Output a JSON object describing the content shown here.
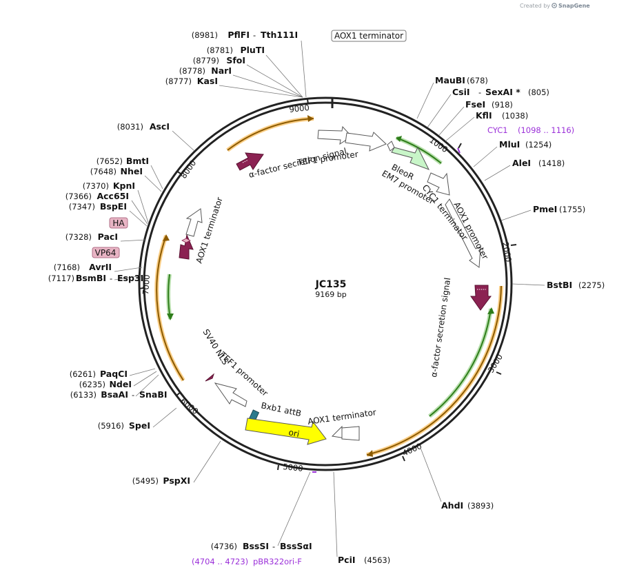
{
  "credit": {
    "created_by": "Created by",
    "brand": "SnapGene"
  },
  "plasmid": {
    "name": "JC135",
    "length_label": "9169 bp",
    "length": 9169
  },
  "ticks": [
    "1000",
    "2000",
    "3000",
    "4000",
    "5000",
    "6000",
    "7000",
    "8000",
    "9000"
  ],
  "sites": [
    {
      "name": "PflFI",
      "name2": "Tth111I",
      "pos": "(8981)"
    },
    {
      "name": "PluTI",
      "pos": "(8781)"
    },
    {
      "name": "SfoI",
      "pos": "(8779)"
    },
    {
      "name": "NarI",
      "pos": "(8778)"
    },
    {
      "name": "KasI",
      "pos": "(8777)"
    },
    {
      "name": "AscI",
      "pos": "(8031)"
    },
    {
      "name": "BmtI",
      "pos": "(7652)"
    },
    {
      "name": "NheI",
      "pos": "(7648)"
    },
    {
      "name": "KpnI",
      "pos": "(7370)"
    },
    {
      "name": "Acc65I",
      "pos": "(7366)"
    },
    {
      "name": "BspEI",
      "pos": "(7347)"
    },
    {
      "name": "PacI",
      "pos": "(7328)"
    },
    {
      "name": "AvrII",
      "pos": "(7168)"
    },
    {
      "name": "BsmBI",
      "name2": "Esp3I",
      "pos": "(7117)"
    },
    {
      "name": "PaqCI",
      "pos": "(6261)"
    },
    {
      "name": "NdeI",
      "pos": "(6235)"
    },
    {
      "name": "BsaAI",
      "name2": "SnaBI",
      "pos": "(6133)"
    },
    {
      "name": "SpeI",
      "pos": "(5916)"
    },
    {
      "name": "PspXI",
      "pos": "(5495)"
    },
    {
      "name": "BssSI",
      "name2": "BssSαI",
      "pos": "(4736)"
    },
    {
      "name": "PciI",
      "pos": "(4563)"
    },
    {
      "name": "AhdI",
      "pos": "(3893)"
    },
    {
      "name": "BstBI",
      "pos": "(2275)"
    },
    {
      "name": "PmeI",
      "pos": "(1755)"
    },
    {
      "name": "AleI",
      "pos": "(1418)"
    },
    {
      "name": "MluI",
      "pos": "(1254)"
    },
    {
      "name": "KflI",
      "pos": "(1038)"
    },
    {
      "name": "FseI",
      "pos": "(918)"
    },
    {
      "name": "CsiI",
      "name2": "SexAI *",
      "pos": "(805)"
    },
    {
      "name": "MauBI",
      "pos": "(678)"
    }
  ],
  "tags": [
    "HA",
    "VP64"
  ],
  "boxed_label": "AOX1 terminator",
  "primers": [
    {
      "name": "CYC1",
      "range": "(1098 .. 1116)"
    },
    {
      "name": "pBR322ori-F",
      "range": "(4704 .. 4723)"
    }
  ],
  "features": {
    "alpha_top": "α-factor secretion signal",
    "tef1_top": "TEF1 promoter",
    "bleor": "BleoR",
    "em7": "EM7 promoter",
    "cyc1_term": "CYC1 terminator",
    "aox1_promoter": "AOX1 promoter",
    "alpha_right": "α-factor secretion signal",
    "aox1_term_bottom": "AOX1 terminator",
    "ori": "ori",
    "bxb1": "Bxb1 attB",
    "tef1_left": "TEF1 promoter",
    "sv40": "SV40 NLS",
    "aox1_term_left": "AOX1 terminator"
  },
  "colors": {
    "backbone": "#222222",
    "alpha_factor": "#8b2252",
    "bleor": "#c8f5c8",
    "ori": "#ffff00",
    "attb": "#2a7a8c",
    "orange_feature": "#f5a623",
    "green_feature": "#4caf30",
    "primer": "#9b30d9",
    "tag_fill": "#e8b4c4"
  }
}
